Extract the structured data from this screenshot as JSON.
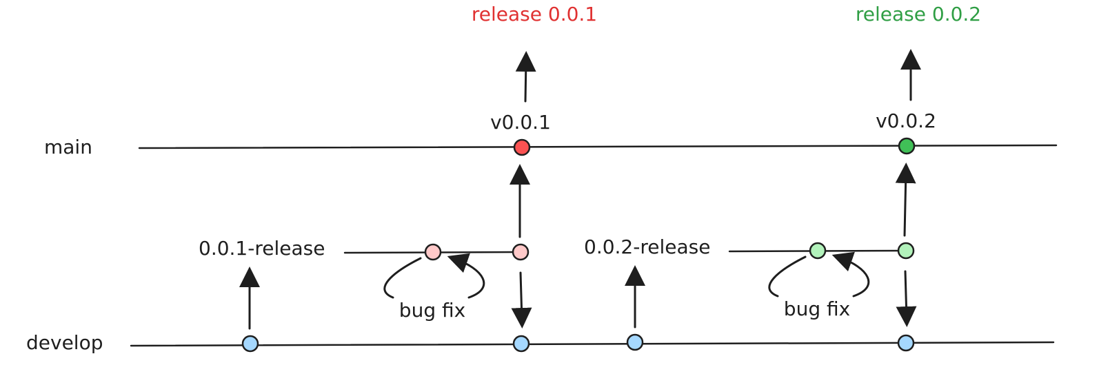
{
  "colors": {
    "stroke": "#1e1e1e",
    "release1_text": "#e03131",
    "release2_text": "#2f9e44",
    "main_commit_1": "#fa5252",
    "main_commit_2": "#40c057",
    "release_branch_1_commit": "#ffc9c9",
    "release_branch_2_commit": "#b2f2bb",
    "develop_commit": "#a5d8ff"
  },
  "branches": {
    "main": "main",
    "develop": "develop",
    "release_1": "0.0.1-release",
    "release_2": "0.0.2-release"
  },
  "tags": {
    "v1": "v0.0.1",
    "v2": "v0.0.2"
  },
  "releases": {
    "r1": "release 0.0.1",
    "r2": "release 0.0.2"
  },
  "annotations": {
    "bugfix_1": "bug fix",
    "bugfix_2": "bug fix"
  }
}
